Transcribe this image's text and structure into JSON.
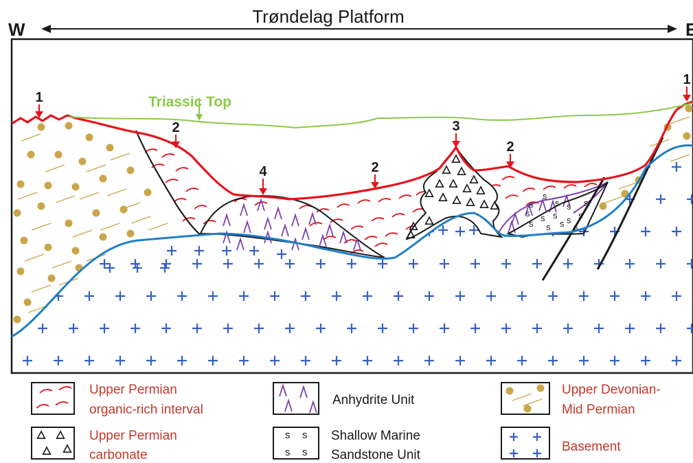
{
  "header": {
    "title": "Trøndelag Platform",
    "west": "W",
    "east": "E"
  },
  "labels": {
    "triassic_top": "Triassic Top",
    "markers": [
      "1",
      "2",
      "4",
      "2",
      "3",
      "2",
      "1"
    ]
  },
  "legend": {
    "organic": [
      "Upper Permian",
      "organic-rich interval"
    ],
    "carbonate": [
      "Upper Permian",
      "carbonate"
    ],
    "anhydrite": "Anhydrite Unit",
    "sandstone": [
      "Shallow Marine",
      "Sandstone Unit"
    ],
    "devonian": [
      "Upper Devonian-",
      "Mid Permian"
    ],
    "basement": "Basement"
  },
  "colors": {
    "triassic_top": "#8cc84b",
    "permian_top": "#e3151d",
    "basement_top": "#1f7fc6",
    "basement_cross": "#3560c8",
    "anhydrite": "#7b3fb0",
    "sediment": "#c9a64a",
    "frame": "#1a1a1a",
    "sand_s": "#1a1a1a"
  }
}
